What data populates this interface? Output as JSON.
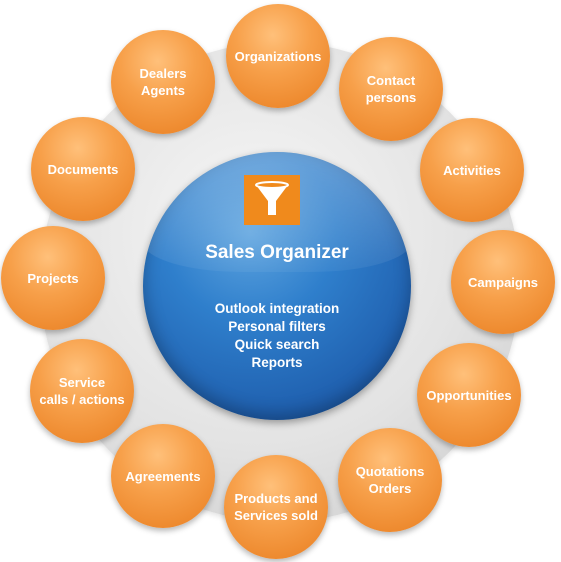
{
  "center": {
    "title": "Sales Organizer",
    "icon": "funnel-icon",
    "features": [
      "Outlook integration",
      "Personal filters",
      "Quick search",
      "Reports"
    ]
  },
  "modules": [
    "Organizations",
    "Contact\npersons",
    "Activities",
    "Campaigns",
    "Opportunities",
    "Quotations\nOrders",
    "Products and\nServices sold",
    "Agreements",
    "Service\ncalls / actions",
    "Projects",
    "Documents",
    "Dealers\nAgents"
  ],
  "colors": {
    "node": "#f29a3e",
    "hub": "#2a74c2",
    "icon_bg": "#f08a1c",
    "text": "#ffffff"
  }
}
